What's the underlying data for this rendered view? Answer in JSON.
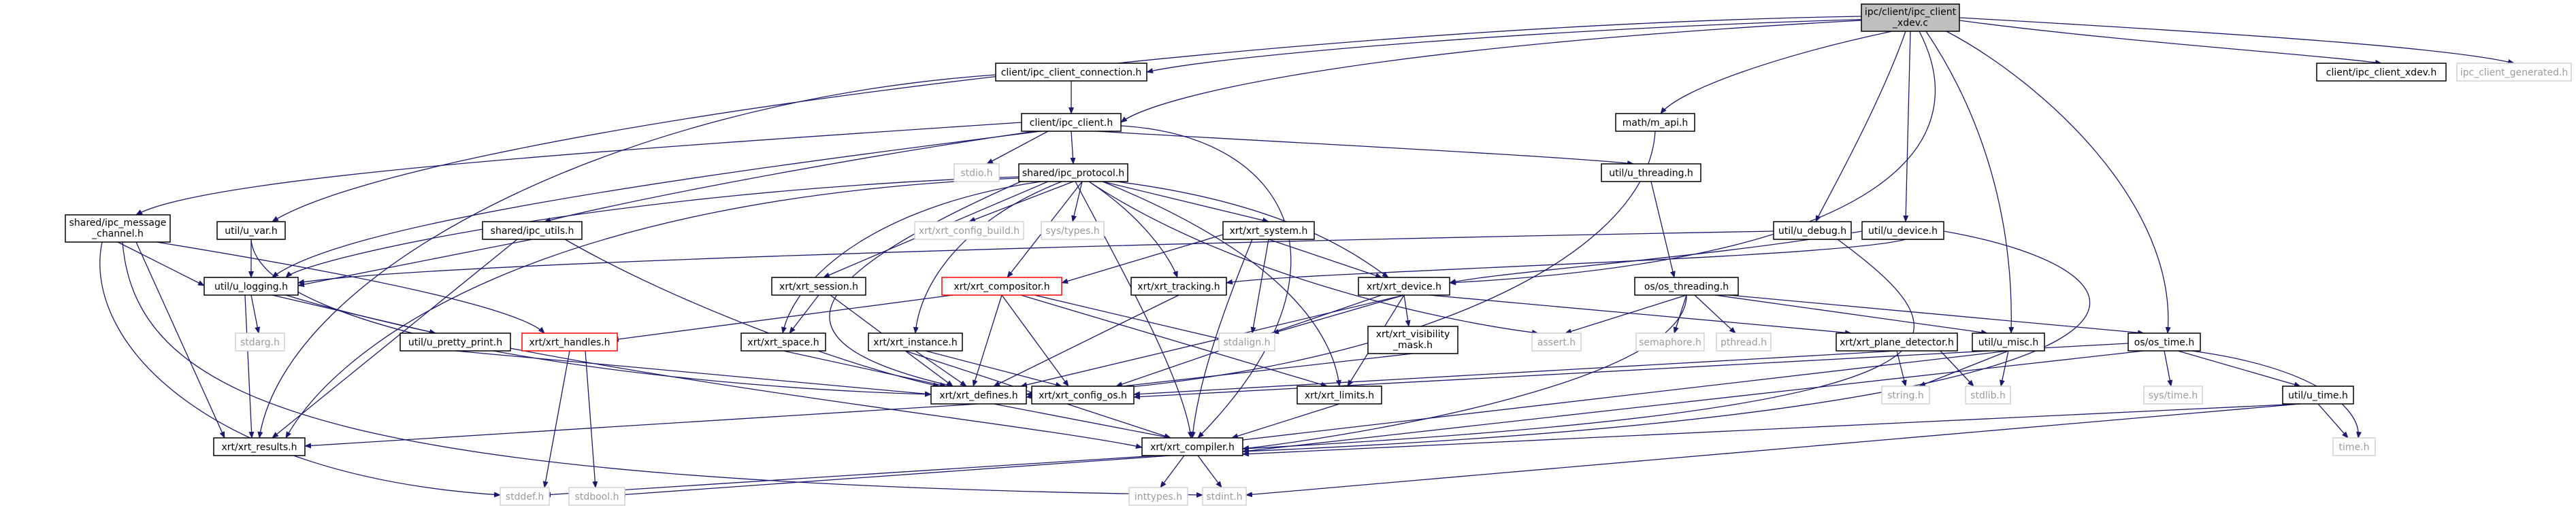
{
  "colors": {
    "edge": "#191970",
    "box_border": "#000000",
    "box_fill": "#ffffff",
    "root_fill": "#bfbfbf",
    "missing_border": "#d0d0d0",
    "error_border": "#ff0000",
    "muted_text": "#9a9a9a"
  },
  "nodes": {
    "root": {
      "line1": "ipc/client/ipc_client",
      "line2": "_xdev.c"
    },
    "client_connection": "client/ipc_client_connection.h",
    "client_xdev_h": "client/ipc_client_xdev.h",
    "ipc_client_generated": "ipc_client_generated.h",
    "client_h": "client/ipc_client.h",
    "math_api": "math/m_api.h",
    "stdio": "stdio.h",
    "shared_protocol": "shared/ipc_protocol.h",
    "u_threading": "util/u_threading.h",
    "shared_message_channel": {
      "line1": "shared/ipc_message",
      "line2": "_channel.h"
    },
    "u_var": "util/u_var.h",
    "shared_utils": "shared/ipc_utils.h",
    "config_build": "xrt/xrt_config_build.h",
    "sys_types": "sys/types.h",
    "xrt_system": "xrt/xrt_system.h",
    "u_debug": "util/u_debug.h",
    "u_device": "util/u_device.h",
    "u_logging": "util/u_logging.h",
    "xrt_session": "xrt/xrt_session.h",
    "xrt_compositor": "xrt/xrt_compositor.h",
    "xrt_tracking": "xrt/xrt_tracking.h",
    "xrt_device": "xrt/xrt_device.h",
    "os_threading": "os/os_threading.h",
    "stdarg": "stdarg.h",
    "u_pretty_print": "util/u_pretty_print.h",
    "xrt_handles": "xrt/xrt_handles.h",
    "xrt_space": "xrt/xrt_space.h",
    "xrt_instance": "xrt/xrt_instance.h",
    "stdalign": "stdalign.h",
    "xrt_visibility_mask": {
      "line1": "xrt/xrt_visibility",
      "line2": "_mask.h"
    },
    "assert": "assert.h",
    "semaphore": "semaphore.h",
    "pthread": "pthread.h",
    "xrt_plane_detector": "xrt/xrt_plane_detector.h",
    "u_misc": "util/u_misc.h",
    "os_time": "os/os_time.h",
    "sys_time": "sys/time.h",
    "string": "string.h",
    "stdlib": "stdlib.h",
    "u_time": "util/u_time.h",
    "xrt_defines": "xrt/xrt_defines.h",
    "xrt_config_os": "xrt/xrt_config_os.h",
    "xrt_limits": "xrt/xrt_limits.h",
    "xrt_results": "xrt/xrt_results.h",
    "xrt_compiler": "xrt/xrt_compiler.h",
    "time": "time.h",
    "stddef": "stddef.h",
    "stdbool": "stdbool.h",
    "inttypes": "inttypes.h",
    "stdint": "stdint.h"
  }
}
